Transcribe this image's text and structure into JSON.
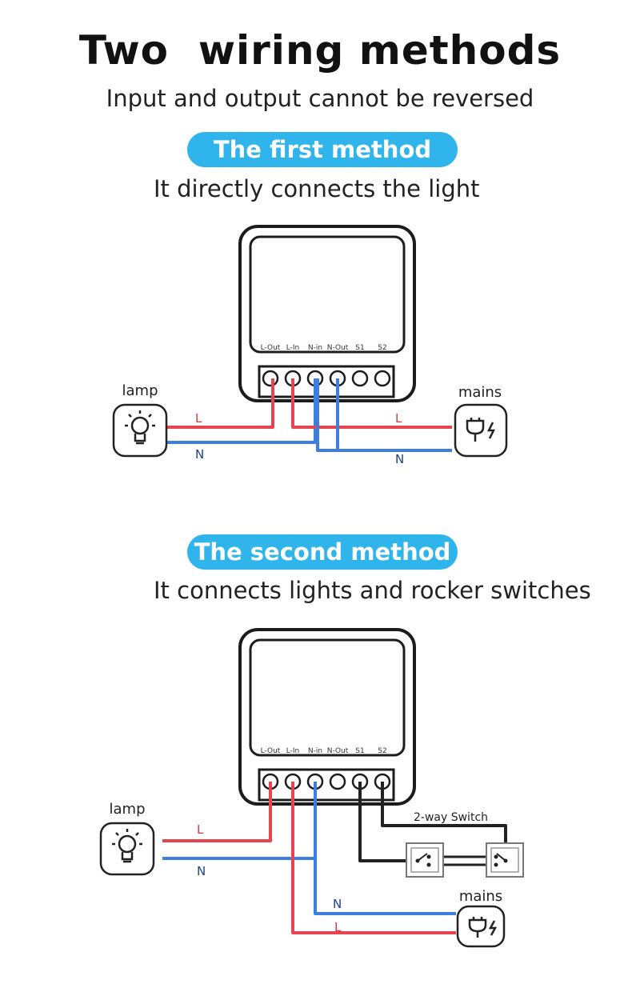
{
  "header": {
    "title": "Two  wiring methods",
    "subtitle": "Input and output cannot be reversed"
  },
  "colors": {
    "accent": "#2fb4ec",
    "live_wire": "#e8444f",
    "neutral_wire": "#3d7fe0",
    "switch_wire": "#222222",
    "wire_label_live": "#d63a45",
    "wire_label_neutral": "#1f3f8f"
  },
  "methods": [
    {
      "badge": "The first method",
      "description": "It directly connects the light",
      "terminals": [
        "L-Out",
        "L-In",
        "N-in",
        "N-Out",
        "S1",
        "S2"
      ],
      "lamp_label": "lamp",
      "mains_label": "mains",
      "lamp_wires": {
        "live": "L",
        "neutral": "N"
      },
      "mains_wires": {
        "live": "L",
        "neutral": "N"
      },
      "icons": {
        "lamp": "lightbulb-icon",
        "mains": "power-plug-icon"
      }
    },
    {
      "badge": "The second method",
      "description": "It connects lights and rocker switches",
      "terminals": [
        "L-Out",
        "L-In",
        "N-in",
        "N-Out",
        "S1",
        "S2"
      ],
      "lamp_label": "lamp",
      "mains_label": "mains",
      "switch_label": "2-way Switch",
      "lamp_wires": {
        "live": "L",
        "neutral": "N"
      },
      "mains_wires": {
        "live": "L",
        "neutral": "N"
      },
      "icons": {
        "lamp": "lightbulb-icon",
        "mains": "power-plug-icon",
        "switch": "rocker-switch-icon"
      }
    }
  ]
}
